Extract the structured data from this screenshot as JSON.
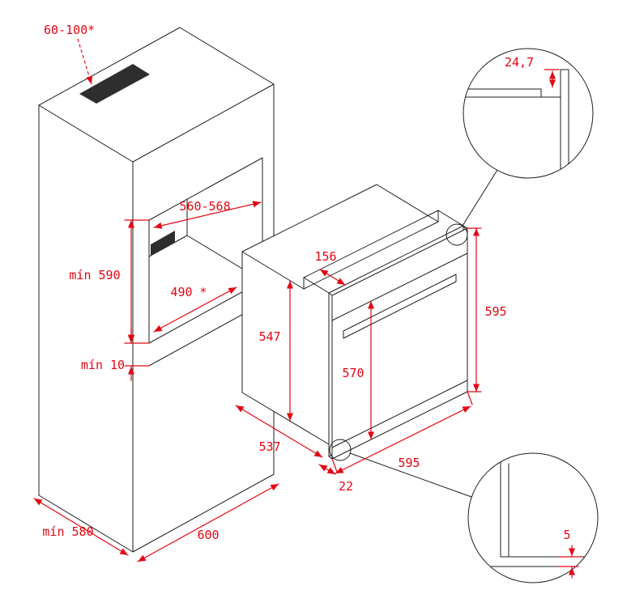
{
  "colors": {
    "dimension_red": "#e30613",
    "drawing_line": "#1d1d1b",
    "dark_fill": "#2e2e2e",
    "background": "#ffffff"
  },
  "cabinet": {
    "vent_slot": "60-100*",
    "niche_width": "560-568",
    "niche_height": "mín 590",
    "socket_distance": "490 *",
    "bottom_gap": "mín 10",
    "depth": "mín 580",
    "width": "600"
  },
  "oven": {
    "top_module_depth": "156",
    "body_height": "547",
    "front_inner_height": "570",
    "front_height": "595",
    "body_depth": "537",
    "front_width": "595",
    "door_edge": "22"
  },
  "details": {
    "top_protrusion": "24,7",
    "bottom_gap": "5"
  }
}
